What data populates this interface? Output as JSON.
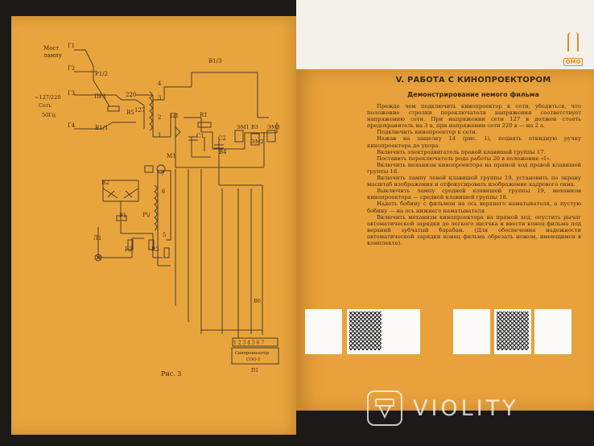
{
  "left_page": {
    "labels": {
      "most": "Мост",
      "lampu": "лампу",
      "g1": "Г1",
      "g2": "Г2",
      "g3": "Г3",
      "g4": "Г4",
      "p12": "Р1/2",
      "pr1": "ПР1",
      "v11": "В1/1",
      "v13": "В1/3",
      "net_voltage": "~127/220",
      "set": "Сеть",
      "freq": "50Гц",
      "n220": "220",
      "n127": "127",
      "b5": "В5",
      "d1": "Д1",
      "r1": "R1",
      "c1": "C1",
      "c2": "C2",
      "b4": "В4",
      "em1": "ЭМ1",
      "em2": "ЭМ2",
      "em3": "ЭМ3",
      "b3": "В3",
      "m1": "М1",
      "n4": "4",
      "n3": "3",
      "n2": "2",
      "n1": "1",
      "n7": "7",
      "n6": "6",
      "n5": "5",
      "b2": "В2",
      "p1": "Р1",
      "pv": "Р\\/",
      "l1": "Л1",
      "r2": "R2",
      "r3": "R3",
      "b6": "В6",
      "pins": "1 2 3 4 5 6 7",
      "sync": "Синхронизатор",
      "sso": "СОО-1",
      "p1_bottom": "П1"
    },
    "caption": "Рис. 3"
  },
  "right_page": {
    "section_title": "V. РАБОТА С КИНОПРОЕКТОРОМ",
    "subsection_title": "Демонстрирование немого фильма",
    "paragraphs": [
      "Прежде чем подключить кинопроектор к сети, убедиться, что положение стрелки переключателя напряжения соответствует напряжению сети. При напряжении сети 127 в должен стоять предохранитель на 3 а, при напряжении сети 220 в — на 2 а.",
      "Подключить кинопроектор к сети.",
      "Нажав на защелку 14 (рис. 1), поднять откидную ручку кинопроектора до упора.",
      "Включить электродвигатель правой клавишей группы 17.",
      "Поставить переключатель рода работы 20 в положение «I».",
      "Включить механизм кинопроектора на прямой ход правой клавишей группы 18.",
      "Включить лампу левой клавишей группы 19, установить по экрану масштаб изображения и отфокусировать изображение кадрового окна.",
      "Выключить лампу средней клавишей группы 19, механизм кинопроектора — средней клавишей группы 18.",
      "Надеть бобину с фильмом на ось верхнего наматывателя, а пустую бобину — на ось нижнего наматывателя.",
      "Включить механизм кинопроектора на прямой ход, опустить рычаг автоматической зарядки до легкого щелчка и ввести конец фильма под верхний зубчатый барабан. (Для обеспечения надежности автоматической зарядки конец фильма обрезать ножом, имеющимся в комплекте)."
    ],
    "logo": "ОМО"
  },
  "watermark": "VIOLITY",
  "colors": {
    "paper": "#e8a13b",
    "ink": "#3d2a17",
    "white_margin": "#f4f1ea"
  }
}
